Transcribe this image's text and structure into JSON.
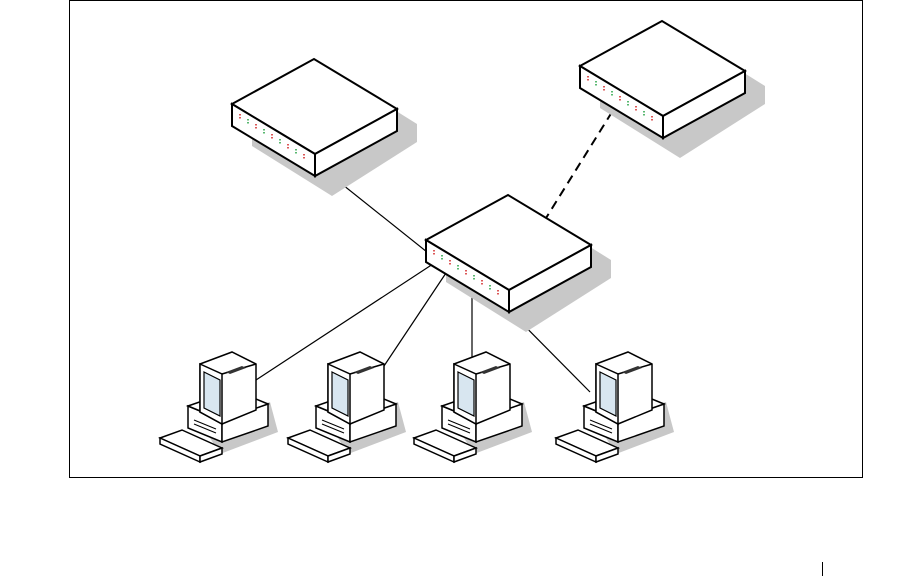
{
  "diagram": {
    "type": "network-topology",
    "nodes": [
      {
        "id": "switch-left",
        "kind": "switch"
      },
      {
        "id": "switch-right",
        "kind": "switch"
      },
      {
        "id": "switch-center",
        "kind": "switch"
      },
      {
        "id": "pc-1",
        "kind": "computer"
      },
      {
        "id": "pc-2",
        "kind": "computer"
      },
      {
        "id": "pc-3",
        "kind": "computer"
      },
      {
        "id": "pc-4",
        "kind": "computer"
      }
    ],
    "links": [
      {
        "from": "switch-left",
        "to": "switch-center",
        "style": "solid"
      },
      {
        "from": "switch-right",
        "to": "switch-center",
        "style": "dashed"
      },
      {
        "from": "switch-center",
        "to": "pc-1",
        "style": "solid"
      },
      {
        "from": "switch-center",
        "to": "pc-2",
        "style": "solid"
      },
      {
        "from": "switch-center",
        "to": "pc-3",
        "style": "solid"
      },
      {
        "from": "switch-center",
        "to": "pc-4",
        "style": "solid"
      }
    ]
  },
  "colors": {
    "line": "#000000",
    "shadow": "#c8c8c8",
    "device": "#ffffff",
    "led_red": "#d02020",
    "led_green": "#20a040"
  }
}
